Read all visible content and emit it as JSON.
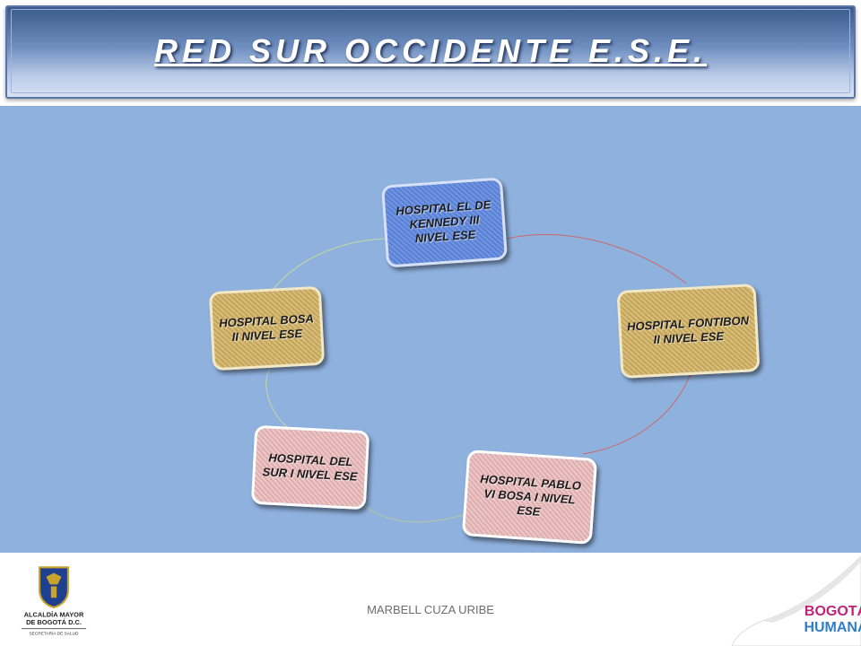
{
  "slide": {
    "title": "RED SUR OCCIDENTE E.S.E.",
    "nodes": [
      "HOSPITAL EL DE KENNEDY III NIVEL ESE",
      "HOSPITAL FONTIBON II NIVEL ESE",
      "HOSPITAL PABLO VI BOSA I NIVEL ESE",
      "HOSPITAL DEL SUR I NIVEL ESE",
      "HOSPITAL BOSA II NIVEL ESE"
    ]
  },
  "footer": {
    "author": "MARBELL CUZA URIBE",
    "left_logo_line1": "ALCALDÍA MAYOR",
    "left_logo_line2": "DE BOGOTÁ D.C.",
    "left_logo_line3": "SECRETARÍA DE SALUD",
    "right_logo_line1": "BOGOTÁ",
    "right_logo_line2": "HUMANA"
  },
  "colors": {
    "background": "#8fb1de",
    "node_blue": "#6f95e3",
    "node_tan": "#d8be79",
    "node_pink": "#eec6c6"
  }
}
